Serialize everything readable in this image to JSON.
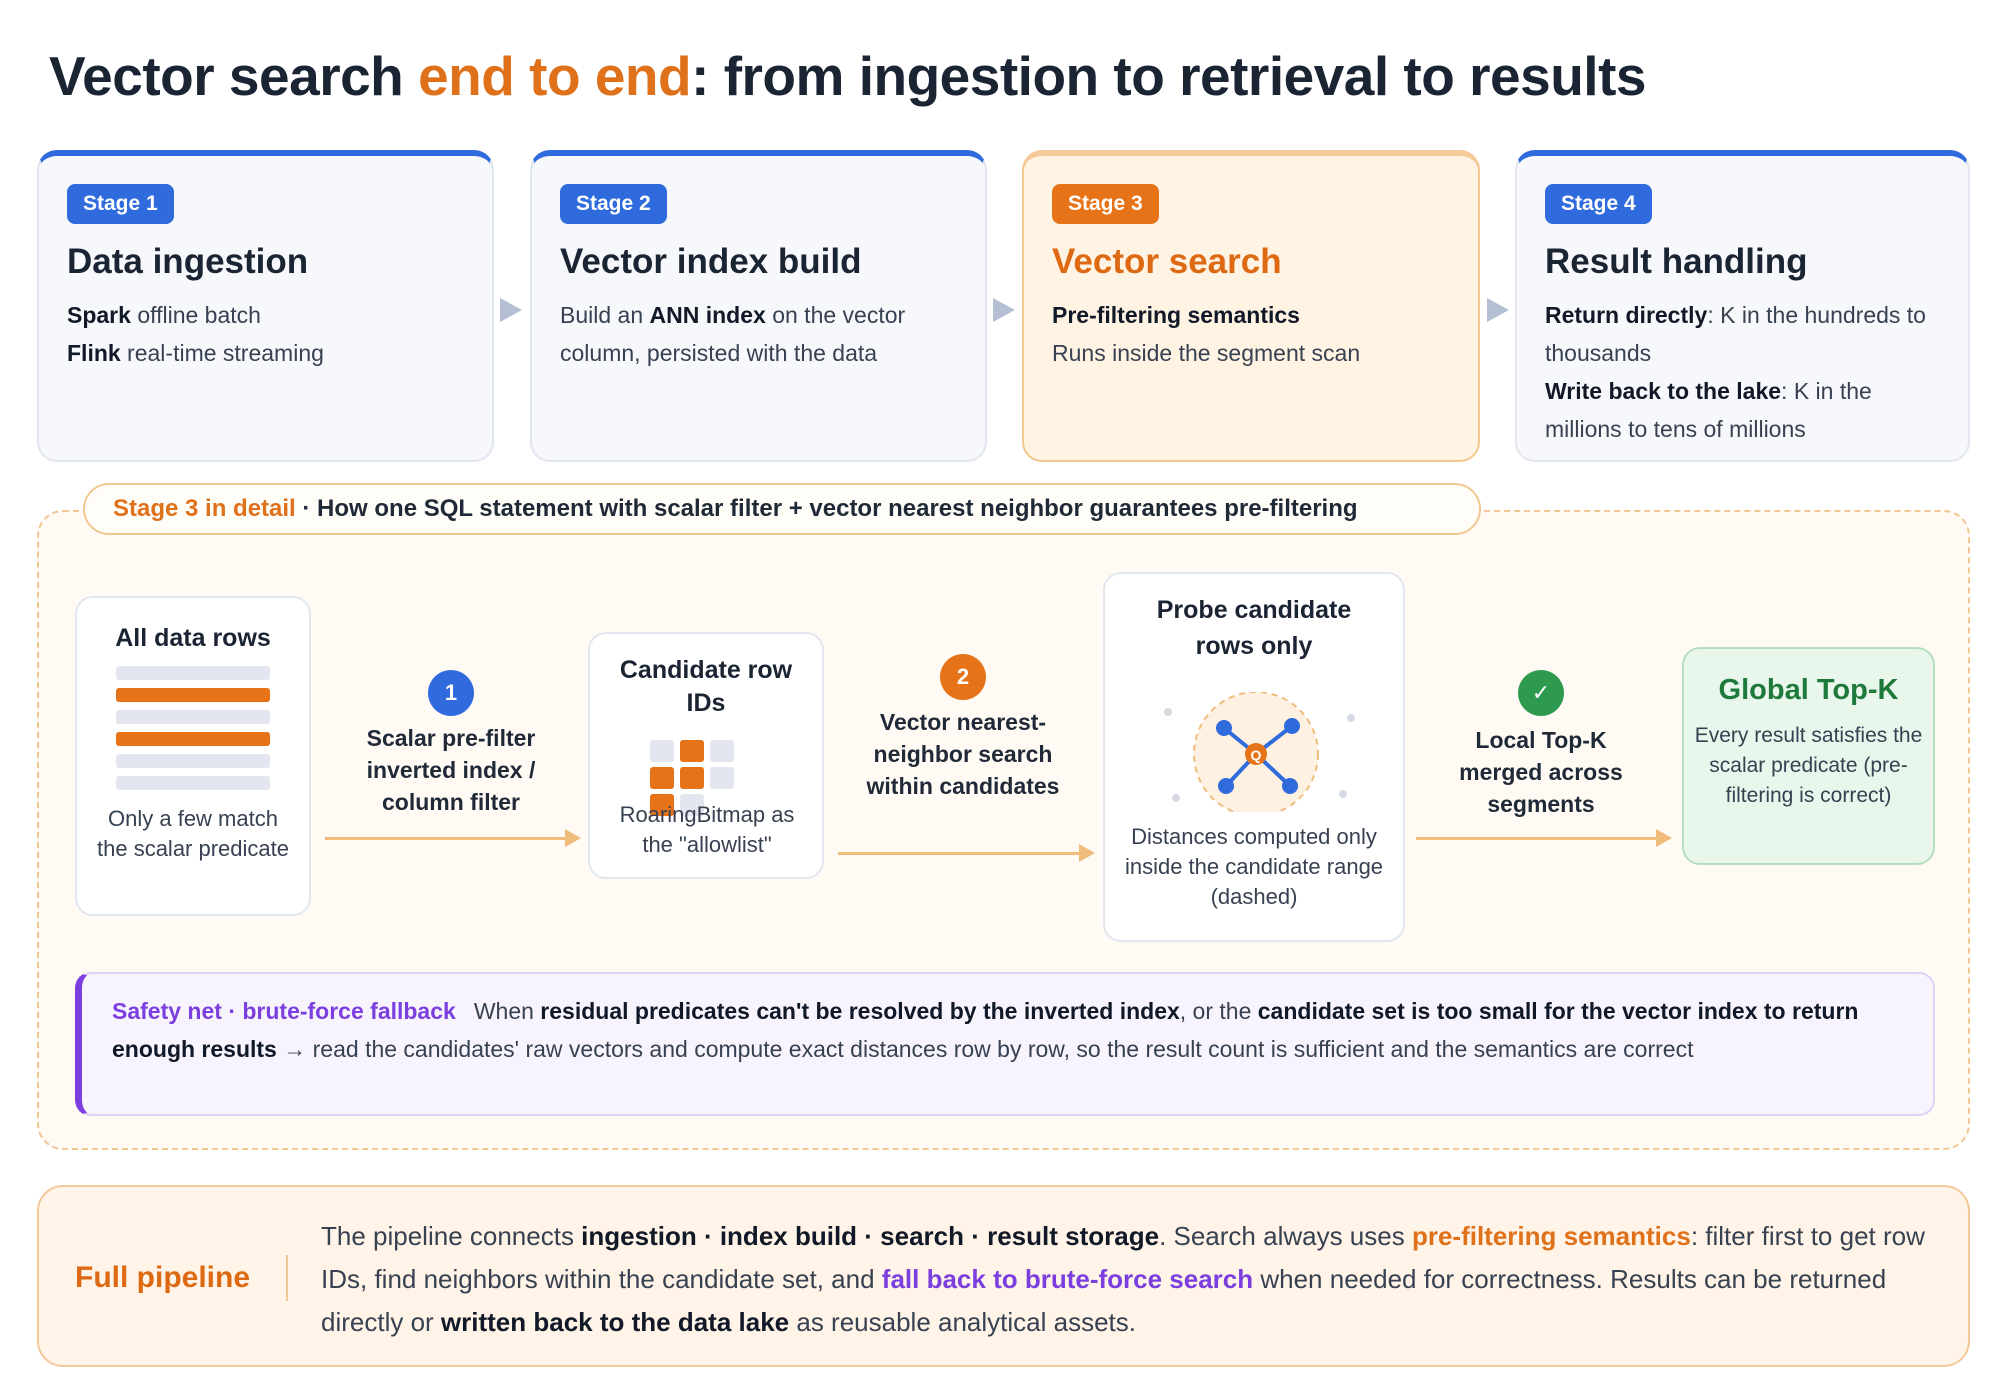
{
  "title": {
    "part1": "Vector search ",
    "accent": "end to end",
    "part2": ": from ingestion to retrieval to results"
  },
  "stages": [
    {
      "badge": "Stage 1",
      "heading": "Data ingestion",
      "lines": [
        {
          "bold": "Spark",
          "text": " offline batch"
        },
        {
          "bold": "Flink",
          "text": " real-time streaming"
        }
      ]
    },
    {
      "badge": "Stage 2",
      "heading": "Vector index build",
      "text_pre": "Build an ",
      "bold": "ANN index",
      "text_post": " on the vector column, persisted with the data"
    },
    {
      "badge": "Stage 3",
      "heading": "Vector search",
      "bold": "Pre-filtering semantics",
      "text": "Runs inside the segment scan"
    },
    {
      "badge": "Stage 4",
      "heading": "Result handling",
      "item1_bold": "Return directly",
      "item1_text": ": K in the hundreds to thousands",
      "item2_bold": "Write back to the lake",
      "item2_text": ": K in the millions to tens of millions"
    }
  ],
  "detail": {
    "pill_accent": "Stage 3 in detail",
    "pill_text": " · How one SQL statement with scalar filter + vector nearest neighbor guarantees pre-filtering",
    "all_rows": {
      "title": "All data rows",
      "note": "Only a few match the scalar predicate"
    },
    "step1": {
      "num": "1",
      "label": "Scalar pre-filter inverted index / column filter"
    },
    "candidates": {
      "title": "Candidate row IDs",
      "note": "RoaringBitmap as the \"allowlist\""
    },
    "step2": {
      "num": "2",
      "label": "Vector nearest-neighbor search within candidates"
    },
    "probe": {
      "title": "Probe candidate rows only",
      "note": "Distances computed only inside the candidate range (dashed)",
      "center_glyph": "Q"
    },
    "step3": {
      "num": "✓",
      "label": "Local Top-K merged across segments"
    },
    "topk": {
      "title": "Global Top-K",
      "note": "Every result satisfies the scalar predicate (pre-filtering is correct)"
    }
  },
  "safety": {
    "tag": "Safety net · brute-force fallback",
    "t1": "When ",
    "b1": "residual predicates can't be resolved by the inverted index",
    "t2": ", or the ",
    "b2": "candidate set is too small for the vector index to return enough results",
    "t3": " → read the candidates' raw vectors and compute exact distances row by row, so the result count is sufficient and the semantics are correct"
  },
  "pipeline": {
    "tag": "Full pipeline",
    "t1": "The pipeline connects ",
    "b1": "ingestion · index build · search · result storage",
    "t2": ". Search always uses ",
    "o1": "pre-filtering semantics",
    "t3": ": filter first to get row IDs, find neighbors within the candidate set, and ",
    "p1": "fall back to brute-force search",
    "t4": " when needed for correctness. Results can be returned directly or ",
    "b2": "written back to the data lake",
    "t5": " as reusable analytical assets."
  },
  "colors": {
    "accent_orange": "#e0711b",
    "stage_blue": "#2f6bdc",
    "success_green": "#1e7a3b",
    "fallback_purple": "#7b3fe0"
  }
}
